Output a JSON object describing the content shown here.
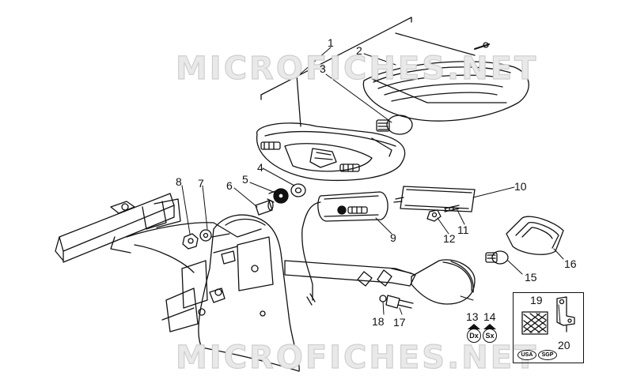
{
  "watermark": {
    "top": "MICROFICHES.NET",
    "bottom": "MICROFICHES.NET"
  },
  "callouts": [
    {
      "id": "c1",
      "label": "1"
    },
    {
      "id": "c2",
      "label": "2"
    },
    {
      "id": "c3",
      "label": "3"
    },
    {
      "id": "c4",
      "label": "4"
    },
    {
      "id": "c5",
      "label": "5"
    },
    {
      "id": "c6",
      "label": "6"
    },
    {
      "id": "c7",
      "label": "7"
    },
    {
      "id": "c8",
      "label": "8"
    },
    {
      "id": "c9",
      "label": "9"
    },
    {
      "id": "c10",
      "label": "10"
    },
    {
      "id": "c11",
      "label": "11"
    },
    {
      "id": "c12",
      "label": "12"
    },
    {
      "id": "c13",
      "label": "13"
    },
    {
      "id": "c14",
      "label": "14"
    },
    {
      "id": "c15",
      "label": "15"
    },
    {
      "id": "c16",
      "label": "16"
    },
    {
      "id": "c17",
      "label": "17"
    },
    {
      "id": "c18",
      "label": "18"
    },
    {
      "id": "c19",
      "label": "19"
    },
    {
      "id": "c20",
      "label": "20"
    }
  ],
  "badges": {
    "dx": "Dx",
    "sx": "Sx",
    "usa": "USA",
    "sgp": "SGP"
  }
}
